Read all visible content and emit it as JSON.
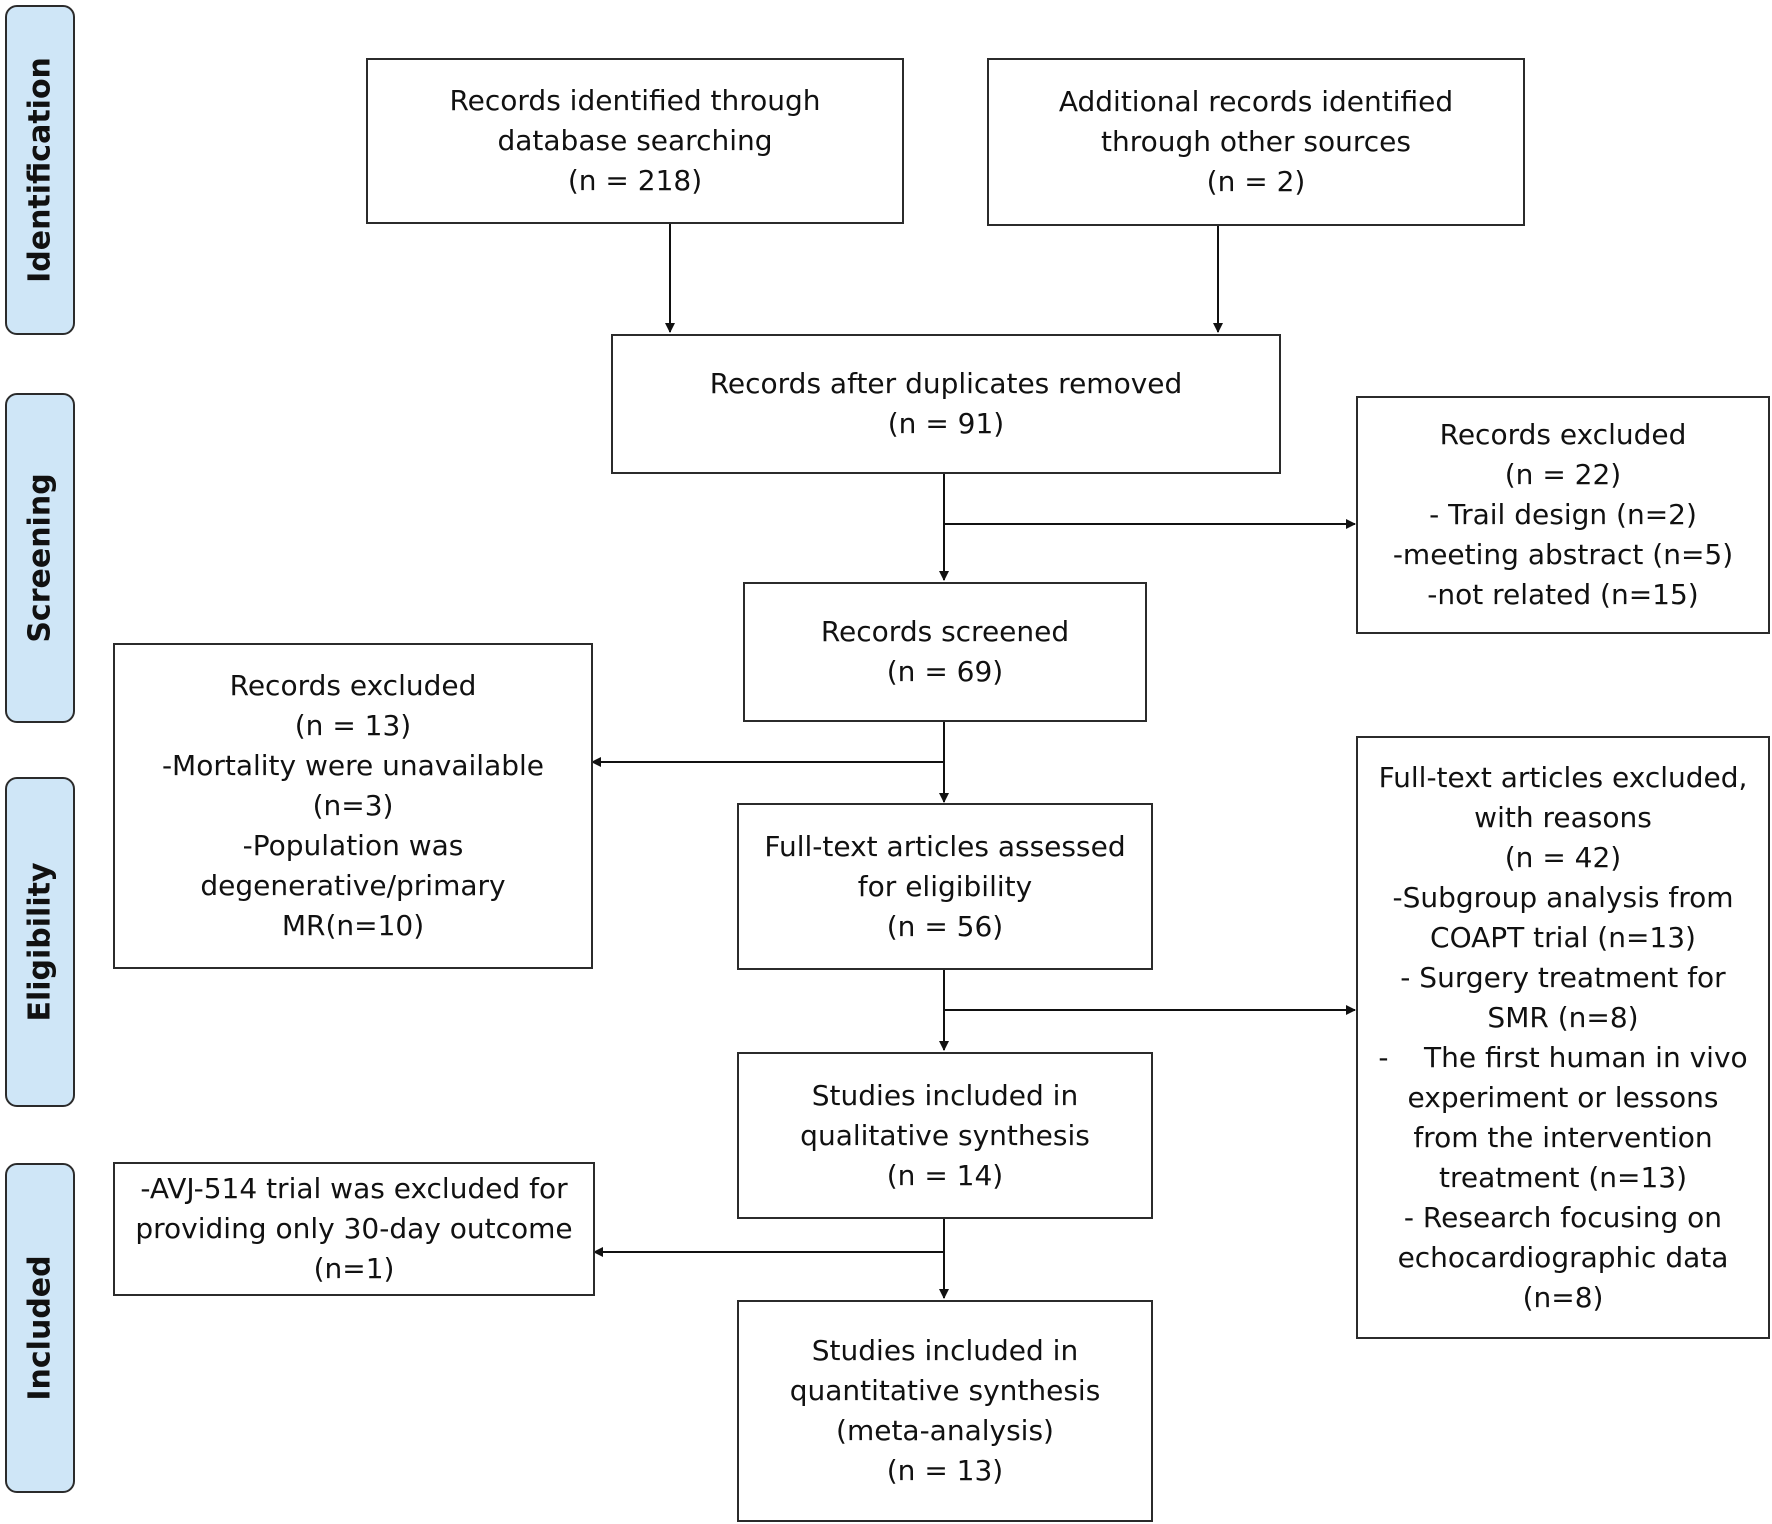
{
  "stages": {
    "identification": "Identification",
    "screening": "Screening",
    "eligibility": "Eligibility",
    "included": "Included"
  },
  "boxes": {
    "database_records": [
      "Records identified through",
      "database searching",
      "(n = 218)"
    ],
    "other_sources": [
      "Additional records identified",
      "through other sources",
      "(n = 2)"
    ],
    "after_duplicates": [
      "Records after duplicates removed",
      "(n = 91)"
    ],
    "screening_excluded": [
      "Records excluded",
      "(n = 22)",
      "- Trail design (n=2)",
      "-meeting abstract (n=5)",
      "-not related (n=15)"
    ],
    "screened": [
      "Records screened",
      "(n = 69)"
    ],
    "eligibility_excluded": [
      "Records excluded",
      "(n = 13)",
      "-Mortality were unavailable",
      "(n=3)",
      "-Population was",
      "degenerative/primary",
      "MR(n=10)"
    ],
    "full_text": [
      "Full-text articles assessed",
      "for eligibility",
      "(n = 56)"
    ],
    "full_text_excluded": [
      "Full-text articles excluded,",
      "with reasons",
      "(n = 42)",
      "-Subgroup analysis from",
      "COAPT trial (n=13)",
      "- Surgery treatment for",
      "SMR (n=8)",
      "-    The first human in vivo",
      "experiment or lessons",
      "from the intervention",
      "treatment (n=13)",
      "- Research focusing on",
      "echocardiographic data",
      "(n=8)"
    ],
    "qualitative": [
      "Studies included in",
      "qualitative synthesis",
      "(n = 14)"
    ],
    "included_excluded": [
      "-AVJ-514 trial was excluded for",
      "providing only 30-day outcome",
      "(n=1)"
    ],
    "quantitative": [
      "Studies included in",
      "quantitative synthesis",
      "(meta-analysis)",
      "(n = 13)"
    ]
  }
}
